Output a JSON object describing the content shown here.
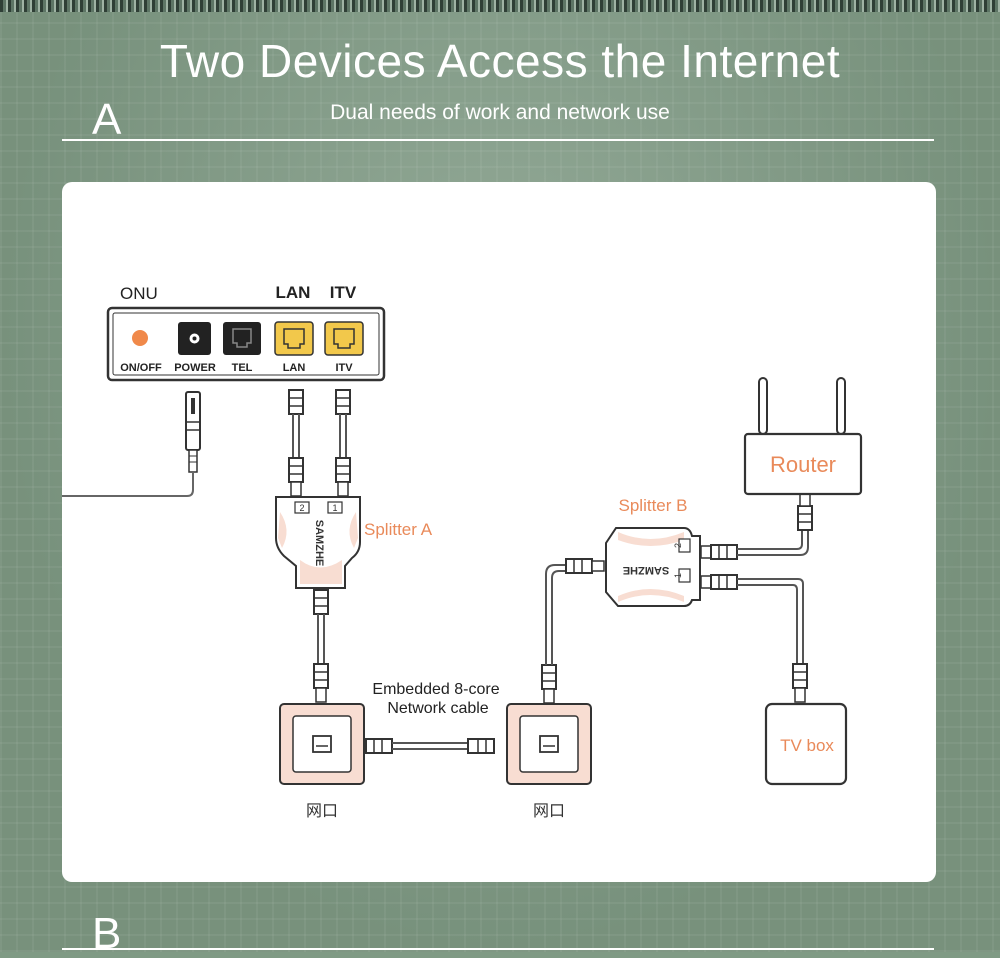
{
  "header": {
    "title": "Two Devices Access the Internet",
    "subtitle": "Dual needs of work and network use",
    "section_a": "A",
    "section_b": "B"
  },
  "diagram": {
    "onu_label": "ONU",
    "onu_top_labels": [
      "LAN",
      "ITV"
    ],
    "onu_ports": [
      "ON/OFF",
      "POWER",
      "TEL",
      "LAN",
      "ITV"
    ],
    "splitter_a_label": "Splitter A",
    "splitter_b_label": "Splitter B",
    "splitter_brand": "SAMZHE",
    "splitter_port_1": "1",
    "splitter_port_2": "2",
    "router_label": "Router",
    "tv_box_label": "TV box",
    "cable_label_line1": "Embedded 8-core",
    "cable_label_line2": "Network cable",
    "wall_port_label_left": "网口",
    "wall_port_label_right": "网口"
  },
  "colors": {
    "accent": "#e98a5a",
    "port_yellow": "#f2c84b",
    "splitter_pink": "#f8ddd2",
    "line": "#444444"
  }
}
